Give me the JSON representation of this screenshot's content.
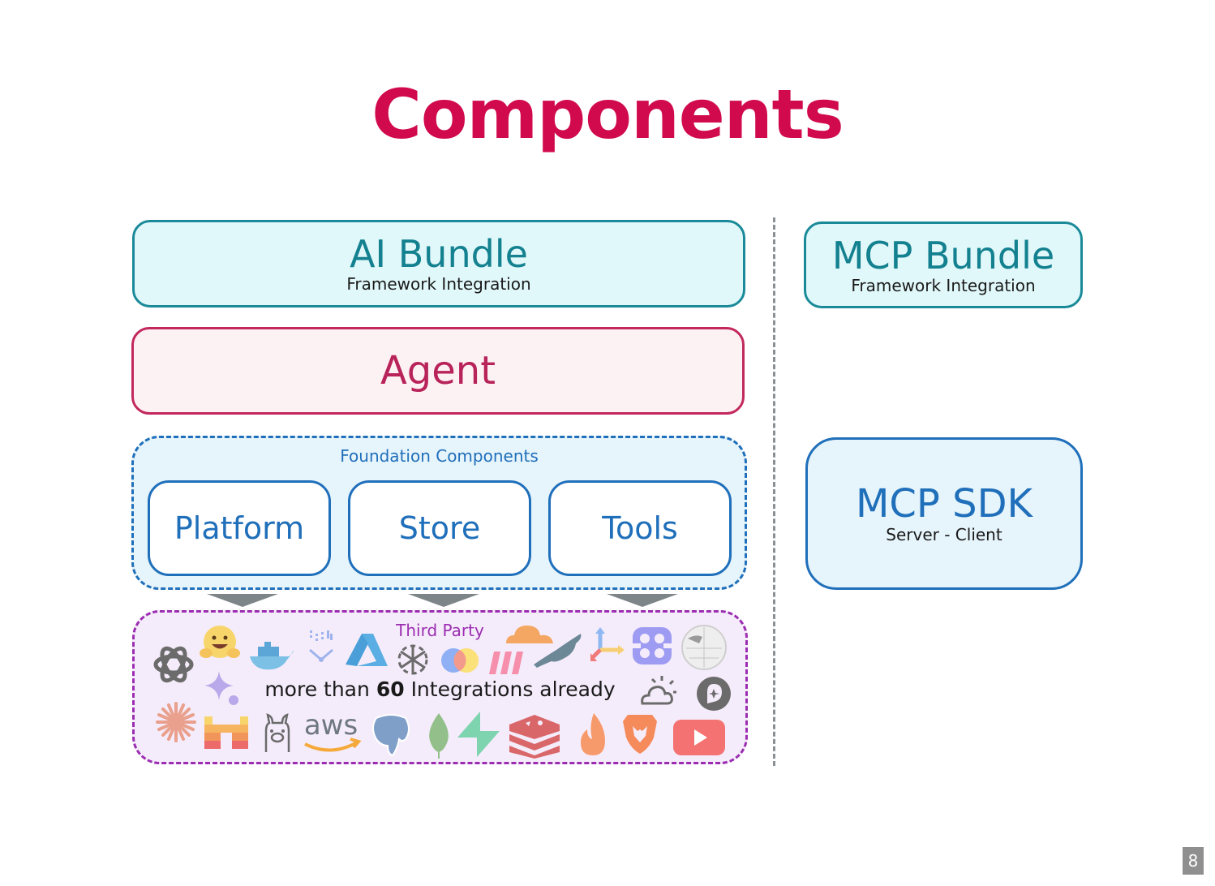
{
  "slide": {
    "title": "Components",
    "page_number": "8"
  },
  "left_column": {
    "ai_bundle": {
      "title": "AI Bundle",
      "subtitle": "Framework Integration"
    },
    "agent": {
      "title": "Agent"
    },
    "foundation": {
      "label": "Foundation Components",
      "items": [
        {
          "label": "Platform"
        },
        {
          "label": "Store"
        },
        {
          "label": "Tools"
        }
      ]
    },
    "third_party": {
      "label": "Third Party",
      "text_prefix": "more than",
      "count": "60",
      "text_suffix": "Integrations already",
      "logos": [
        "openai-icon",
        "huggingface-icon",
        "docker-icon",
        "vector-db-icon",
        "azure-icon",
        "perplexity-icon",
        "overlap-circles-icon",
        "replicate-icon",
        "cloudflare-icon",
        "mysql-icon",
        "axis-arrows-icon",
        "grid-app-icon",
        "wikipedia-icon",
        "gemini-icon",
        "weather-icon",
        "compass-pin-icon",
        "anthropic-icon",
        "mistral-icon",
        "ollama-icon",
        "aws-icon",
        "postgresql-icon",
        "mongodb-icon",
        "supabase-icon",
        "redis-icon",
        "firecrawl-icon",
        "brave-icon",
        "youtube-icon"
      ]
    }
  },
  "right_column": {
    "mcp_bundle": {
      "title": "MCP Bundle",
      "subtitle": "Framework Integration"
    },
    "mcp_sdk": {
      "title": "MCP SDK",
      "subtitle": "Server - Client"
    }
  },
  "colors": {
    "title": "#d10a4e",
    "bundle_border": "#1a8a99",
    "agent_border": "#c2285d",
    "foundation_border": "#1f6fba",
    "third_party_border": "#9b2db1"
  }
}
